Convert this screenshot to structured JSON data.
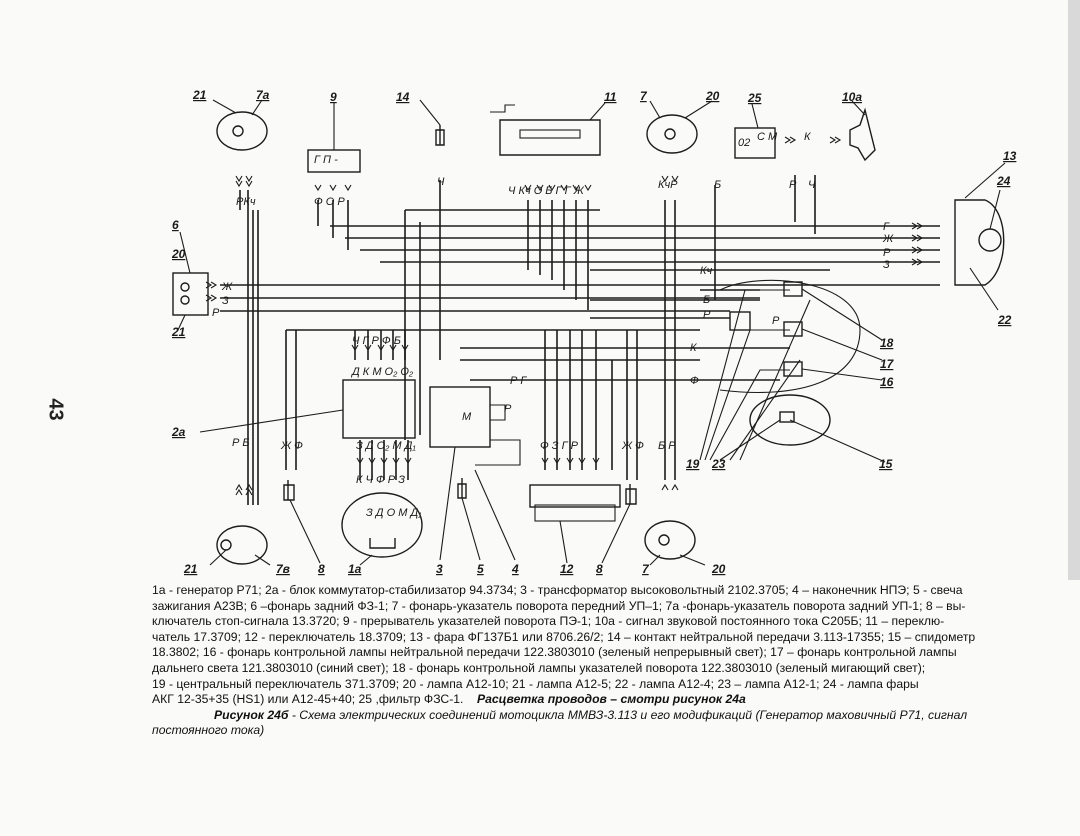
{
  "page_number": "43",
  "components": {
    "c21a": "21",
    "c7a_top": "7а",
    "c9": "9",
    "c14": "14",
    "c11": "11",
    "c7_top": "7",
    "c20_top": "20",
    "c25": "25",
    "c10a": "10а",
    "c13": "13",
    "c24": "24",
    "c6": "6",
    "c20_left": "20",
    "c21_left": "21",
    "c22": "22",
    "c18": "18",
    "c17": "17",
    "c16": "16",
    "c2a": "2а",
    "c19": "19",
    "c23": "23",
    "c15": "15",
    "c21_bottom": "21",
    "c7a_bottom": "7в",
    "c8_left": "8",
    "c1a": "1а",
    "c3": "3",
    "c5": "5",
    "c4": "4",
    "c12": "12",
    "c8_right": "8",
    "c7_bottom": "7",
    "c20_bottom": "20"
  },
  "wire_labels": {
    "w_rkch_top": "РКч",
    "w_gp": "Г П -",
    "w_for": "Ф О Р",
    "w_ch14": "Ч",
    "w_switch11": "Ч Кч О Б Г Г Ж",
    "w_kchr": "КчР",
    "w_b25": "Б",
    "w_r25": "Р",
    "w_ch25": "Ч",
    "w_k25": "К",
    "w_02": "02",
    "w_cm": "С\nМ",
    "w_g": "Г",
    "w_zh": "Ж",
    "w_r": "Р",
    "w_z": "З",
    "w_kch_mid": "Кч",
    "w_b_mid": "Б",
    "w_r_mid": "Р",
    "w_r_mid2": "Р",
    "w_k_mid": "К",
    "w_f_mid": "Ф",
    "w_zh6": "Ж",
    "w_z6": "З",
    "w_r6": "Р",
    "w_chgrfb": "Ч Г Р Ф Б",
    "w_dkmo": "Д К М О₂ О₂",
    "w_rg": "Р Г",
    "w_r3": "Р",
    "w_m": "М",
    "w_rb": "Р Б",
    "w_zhf_left": "Ж Ф",
    "w_zdomd": "З Д О₂ М Д₁",
    "w_kchfrz": "К Ч Ф Р З",
    "w_zdomd_gen": "З Д О М Д₁",
    "w_fzgr": "Ф З Г Р",
    "w_zhf_right": "Ж Ф",
    "w_br": "Б Р"
  },
  "caption": {
    "line1": "1а - генератор  Р71; 2а - блок коммутатор-стабилизатор 94.3734; 3 - трансформатор высоковольтный 2102.3705; 4 – наконечник НПЭ; 5 - свеча",
    "line2": "зажигания А23В; 6 –фонарь задний ФЗ-1; 7 - фонарь-указатель поворота передний УП–1; 7а -фонарь-указатель поворота задний УП-1; 8 – вы-",
    "line3": "ключатель стоп-сигнала 13.3720; 9 - прерыватель указателей поворота ПЭ-1; 10а - сигнал звуковой постоянного тока С205Б; 11 – переклю-",
    "line4": "чатель 17.3709; 12 - переключатель 18.3709; 13 - фара ФГ137Б1 или 8706.26/2; 14 – контакт нейтральной передачи 3.113-17355; 15 – спидометр",
    "line5": "18.3802; 16 - фонарь контрольной лампы нейтральной передачи 122.3803010 (зеленый непрерывный свет); 17 – фонарь контрольной лампы",
    "line6": "дальнего света 121.3803010 (синий свет); 18 - фонарь контрольной лампы указателей поворота 122.3803010 (зеленый мигающий свет);",
    "line7": "19 - центральный переключатель 371.3709; 20 - лампа А12-10; 21 - лампа А12-5; 22 - лампа  А12-4; 23 – лампа А12-1; 24 - лампа фары",
    "line8a": "АКГ 12-35+35 (HS1) или А12-45+40; 25 ,фильтр ФЗС-1.",
    "line8b": "Расцветка проводов – смотри рисунок 24а",
    "fig_label": "Рисунок 24б",
    "fig_title": " - Схема электрических соединений мотоцикла ММВЗ-3.113 и его модификаций (Генератор маховичный  Р71, сигнал",
    "fig_title2": "постоянного тока)"
  }
}
